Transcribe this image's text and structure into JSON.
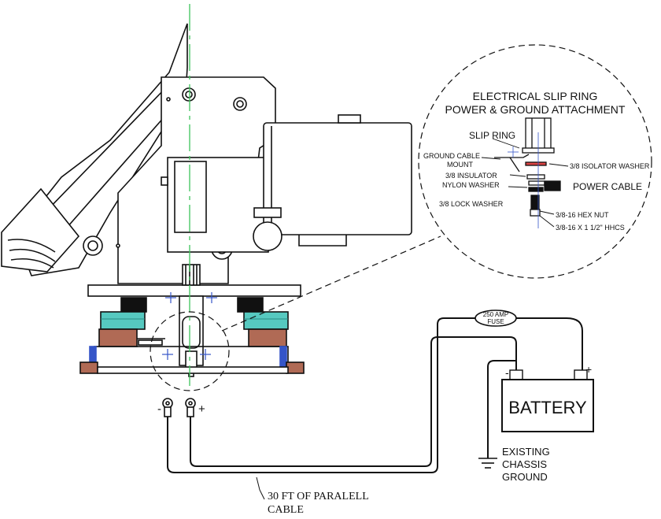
{
  "detail": {
    "title_line1": "ELECTRICAL SLIP RING",
    "title_line2": "POWER & GROUND ATTACHMENT",
    "slip_ring": "SLIP RING",
    "ground_cable_line1": "GROUND CABLE",
    "ground_cable_line2": "MOUNT",
    "isolator_washer": "3/8 ISOLATOR WASHER",
    "insulator_line1": "3/8 INSULATOR",
    "insulator_line2": "NYLON WASHER",
    "power_cable": "POWER CABLE",
    "lock_washer": "3/8 LOCK WASHER",
    "hex_nut": "3/8-16 HEX NUT",
    "hhcs": "3/8-16 X 1 1/2\" HHCS"
  },
  "fuse": {
    "line1": "250 AMP",
    "line2": "FUSE"
  },
  "battery": {
    "label": "BATTERY",
    "negative": "-",
    "positive": "+"
  },
  "terminals": {
    "negative": "-",
    "positive": "+"
  },
  "ground": {
    "line1": "EXISTING",
    "line2": "CHASSIS",
    "line3": "GROUND"
  },
  "cable": {
    "line1": "30 FT OF PARALELL",
    "line2": "CABLE"
  },
  "colors": {
    "line": "#111111",
    "centerline": "#3cc45a",
    "cyan": "#56c9c0",
    "brick": "#b06a55",
    "blue": "#3555c8"
  }
}
